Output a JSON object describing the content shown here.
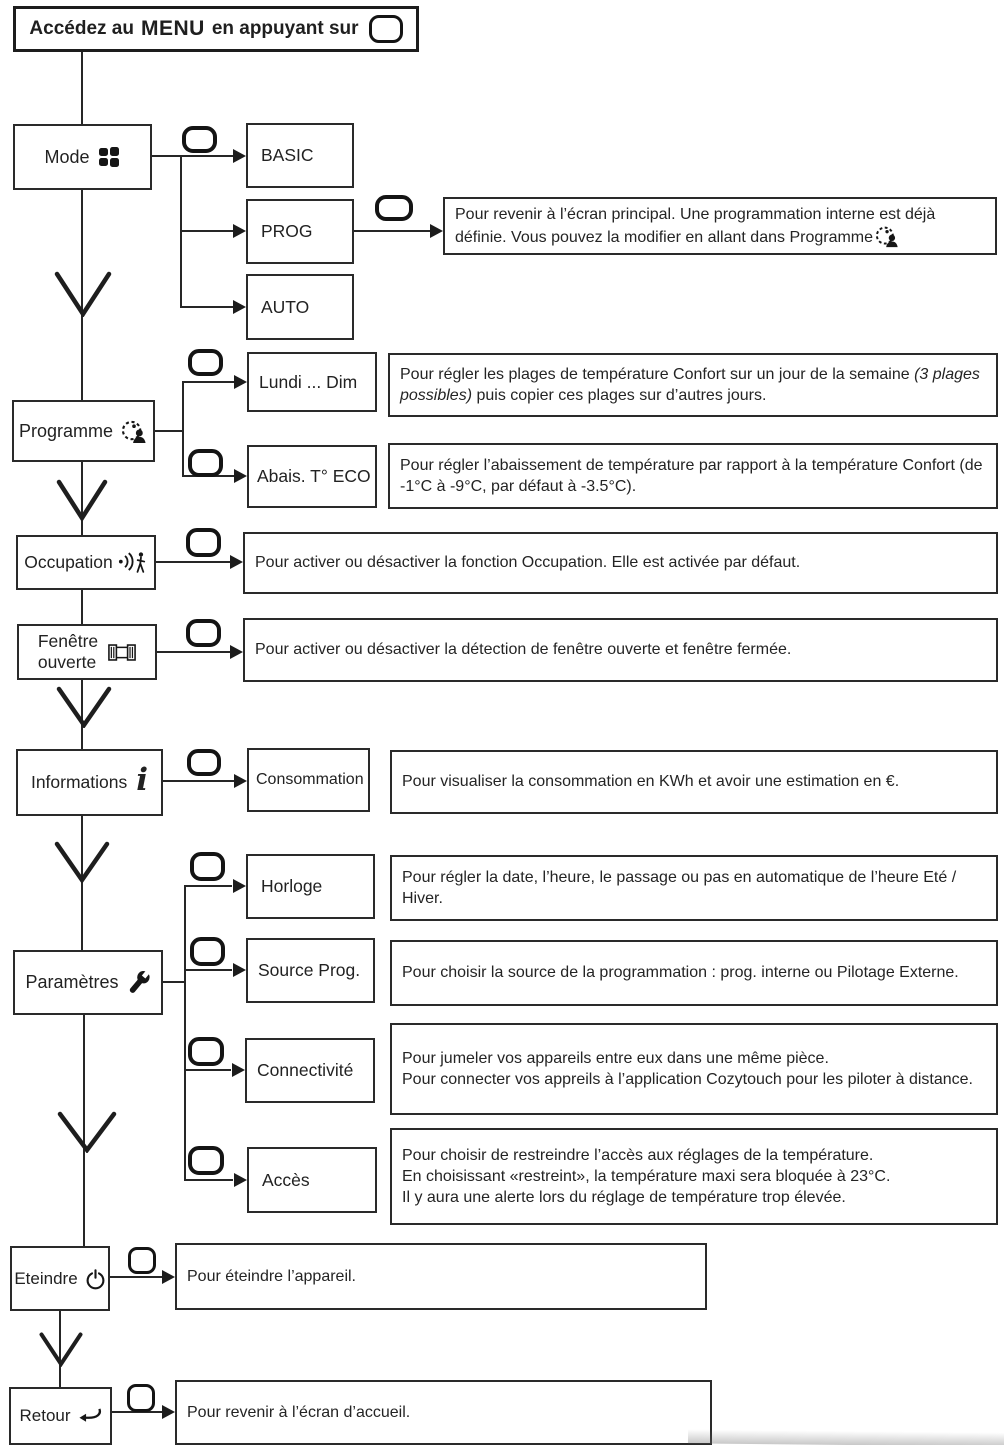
{
  "page": {
    "background": "#ffffff",
    "ink": "#1f1f1f"
  },
  "header": {
    "pre": "Accédez au",
    "menu": "MENU",
    "post": "en appuyant sur",
    "button_icon": "ok-button-icon"
  },
  "nodes": {
    "mode": {
      "label": "Mode",
      "icon": "mode-grid-icon"
    },
    "programme": {
      "label": "Programme",
      "icon": "programme-clock-icon"
    },
    "occupation": {
      "label": "Occupation",
      "icon": "occupancy-sensor-icon"
    },
    "fenetre": {
      "label_line1": "Fenêtre",
      "label_line2": "ouverte",
      "icon": "open-window-icon"
    },
    "informations": {
      "label": "Informations",
      "icon": "info-icon"
    },
    "parametres": {
      "label": "Paramètres",
      "icon": "wrench-icon"
    },
    "eteindre": {
      "label": "Eteindre",
      "icon": "power-icon"
    },
    "retour": {
      "label": "Retour",
      "icon": "return-arrow-icon"
    }
  },
  "options": {
    "basic": "BASIC",
    "prog": "PROG",
    "auto": "AUTO",
    "lundi": "Lundi ... Dim",
    "abais": "Abais. T° ECO",
    "consommation": "Consommation",
    "horloge": "Horloge",
    "source_prog": "Source Prog.",
    "connectivite": "Connectivité",
    "acces": "Accès"
  },
  "desc": {
    "prog": "Pour revenir à l’écran principal. Une programmation interne est déjà définie. Vous pouvez la modifier en allant dans Programme",
    "lundi_pre": "Pour régler les plages de température Confort sur un jour de la semaine ",
    "lundi_italic": "(3 plages possibles)",
    "lundi_post": " puis copier ces plages sur d’autres jours.",
    "abais": "Pour régler l’abaissement de température par rapport à la température Confort (de -1°C à -9°C, par défaut à -3.5°C).",
    "occupation": "Pour activer ou désactiver la fonction Occupation. Elle est activée par défaut.",
    "fenetre": "Pour activer ou désactiver la détection de fenêtre ouverte et fenêtre fermée.",
    "consommation": "Pour visualiser la consommation en KWh et avoir une estimation en €.",
    "horloge": "Pour régler la date, l’heure, le passage ou pas en automatique de l’heure Eté / Hiver.",
    "source_prog": "Pour choisir la source de la programmation : prog. interne ou Pilotage Externe.",
    "connectivite_lines": [
      "Pour jumeler vos appareils entre eux dans une même pièce.",
      "Pour connecter vos appreils à l’application Cozytouch pour les piloter à distance."
    ],
    "acces_lines": [
      "Pour choisir de restreindre l’accès aux réglages de la température.",
      "En choisissant «restreint», la température maxi sera bloquée à 23°C.",
      "Il y aura une alerte lors du réglage de température trop élevée."
    ],
    "eteindre": "Pour éteindre l’appareil.",
    "retour": "Pour revenir à l’écran d’accueil."
  }
}
